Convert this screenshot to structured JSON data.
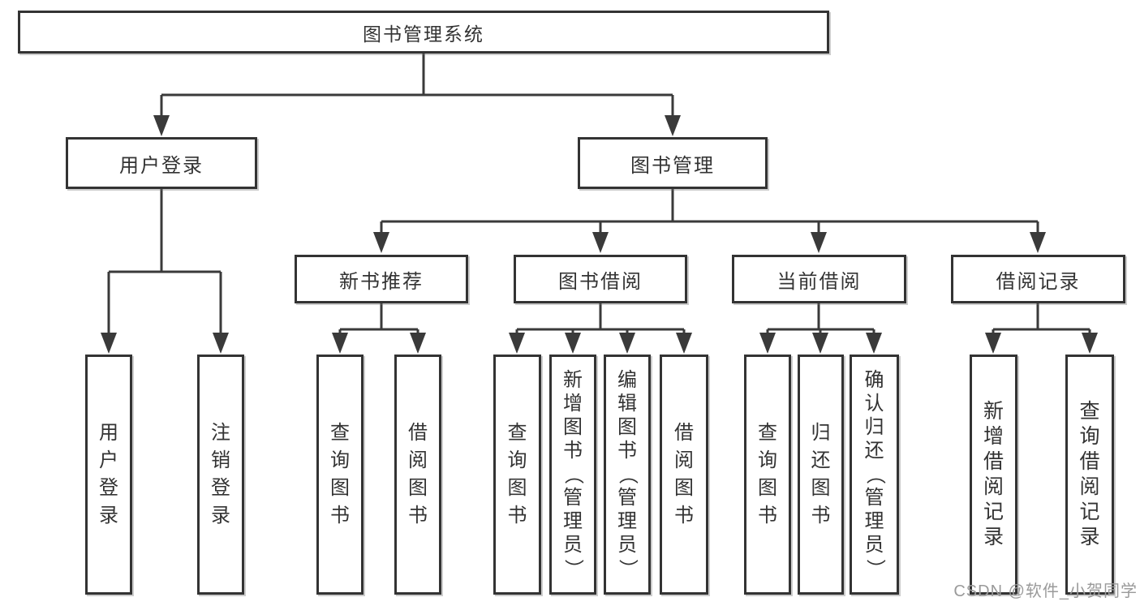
{
  "diagram": {
    "root": {
      "label": "图书管理系统"
    },
    "level2": [
      {
        "label": "用户登录"
      },
      {
        "label": "图书管理"
      }
    ],
    "level3": [
      {
        "label": "新书推荐",
        "parent": "图书管理"
      },
      {
        "label": "图书借阅",
        "parent": "图书管理"
      },
      {
        "label": "当前借阅",
        "parent": "图书管理"
      },
      {
        "label": "借阅记录",
        "parent": "图书管理"
      }
    ],
    "leaves": [
      {
        "label": "用户登录",
        "parent": "用户登录"
      },
      {
        "label": "注销登录",
        "parent": "用户登录"
      },
      {
        "label": "查询图书",
        "parent": "新书推荐"
      },
      {
        "label": "借阅图书",
        "parent": "新书推荐"
      },
      {
        "label": "查询图书",
        "parent": "图书借阅"
      },
      {
        "label": "新增图书（管理员）",
        "parent": "图书借阅"
      },
      {
        "label": "编辑图书（管理员）",
        "parent": "图书借阅"
      },
      {
        "label": "借阅图书",
        "parent": "图书借阅"
      },
      {
        "label": "查询图书",
        "parent": "当前借阅"
      },
      {
        "label": "归还图书",
        "parent": "当前借阅"
      },
      {
        "label": "确认归还（管理员）",
        "parent": "当前借阅"
      },
      {
        "label": "新增借阅记录",
        "parent": "借阅记录"
      },
      {
        "label": "查询借阅记录",
        "parent": "借阅记录"
      }
    ]
  },
  "watermark": {
    "text": "CSDN @软件_小贺同学"
  },
  "colors": {
    "line": "#3a3a3a",
    "border": "#333333",
    "text": "#333333",
    "watermark": "#9a9a9a",
    "background": "#ffffff"
  }
}
